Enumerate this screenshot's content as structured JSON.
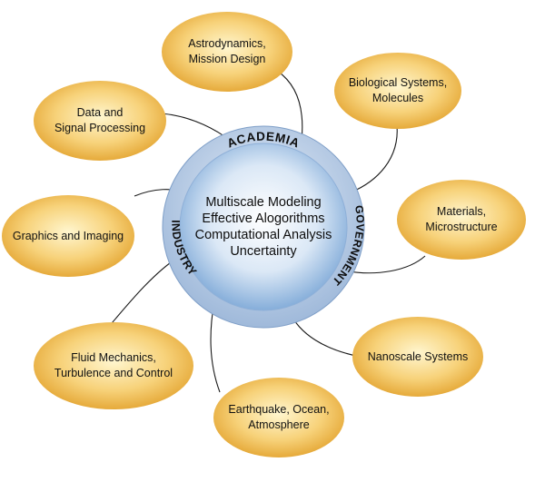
{
  "center": {
    "lines": [
      "Multiscale Modeling",
      "Effective Alogorithms",
      "Computational Analysis",
      "Uncertainty"
    ],
    "ring_labels": {
      "top": "ACADEMIA",
      "left": "INDUSTRY",
      "right": "GOVERNMENT"
    }
  },
  "nodes": [
    {
      "label": "Astrodynamics,\nMission Design"
    },
    {
      "label": "Biological Systems,\nMolecules"
    },
    {
      "label": "Materials,\nMicrostructure"
    },
    {
      "label": "Nanoscale Systems"
    },
    {
      "label": "Earthquake, Ocean,\nAtmosphere"
    },
    {
      "label": "Fluid Mechanics,\nTurbulence and Control"
    },
    {
      "label": "Graphics and Imaging"
    },
    {
      "label": "Data and\nSignal Processing"
    }
  ],
  "colors": {
    "node_fill_center": "#fff6cf",
    "node_fill_edge": "#e2a12c",
    "hub_fill_center": "#ffffff",
    "hub_fill_edge": "#6f9ed0",
    "ring": "#b6cbe4",
    "connector": "#1a1a1a"
  }
}
